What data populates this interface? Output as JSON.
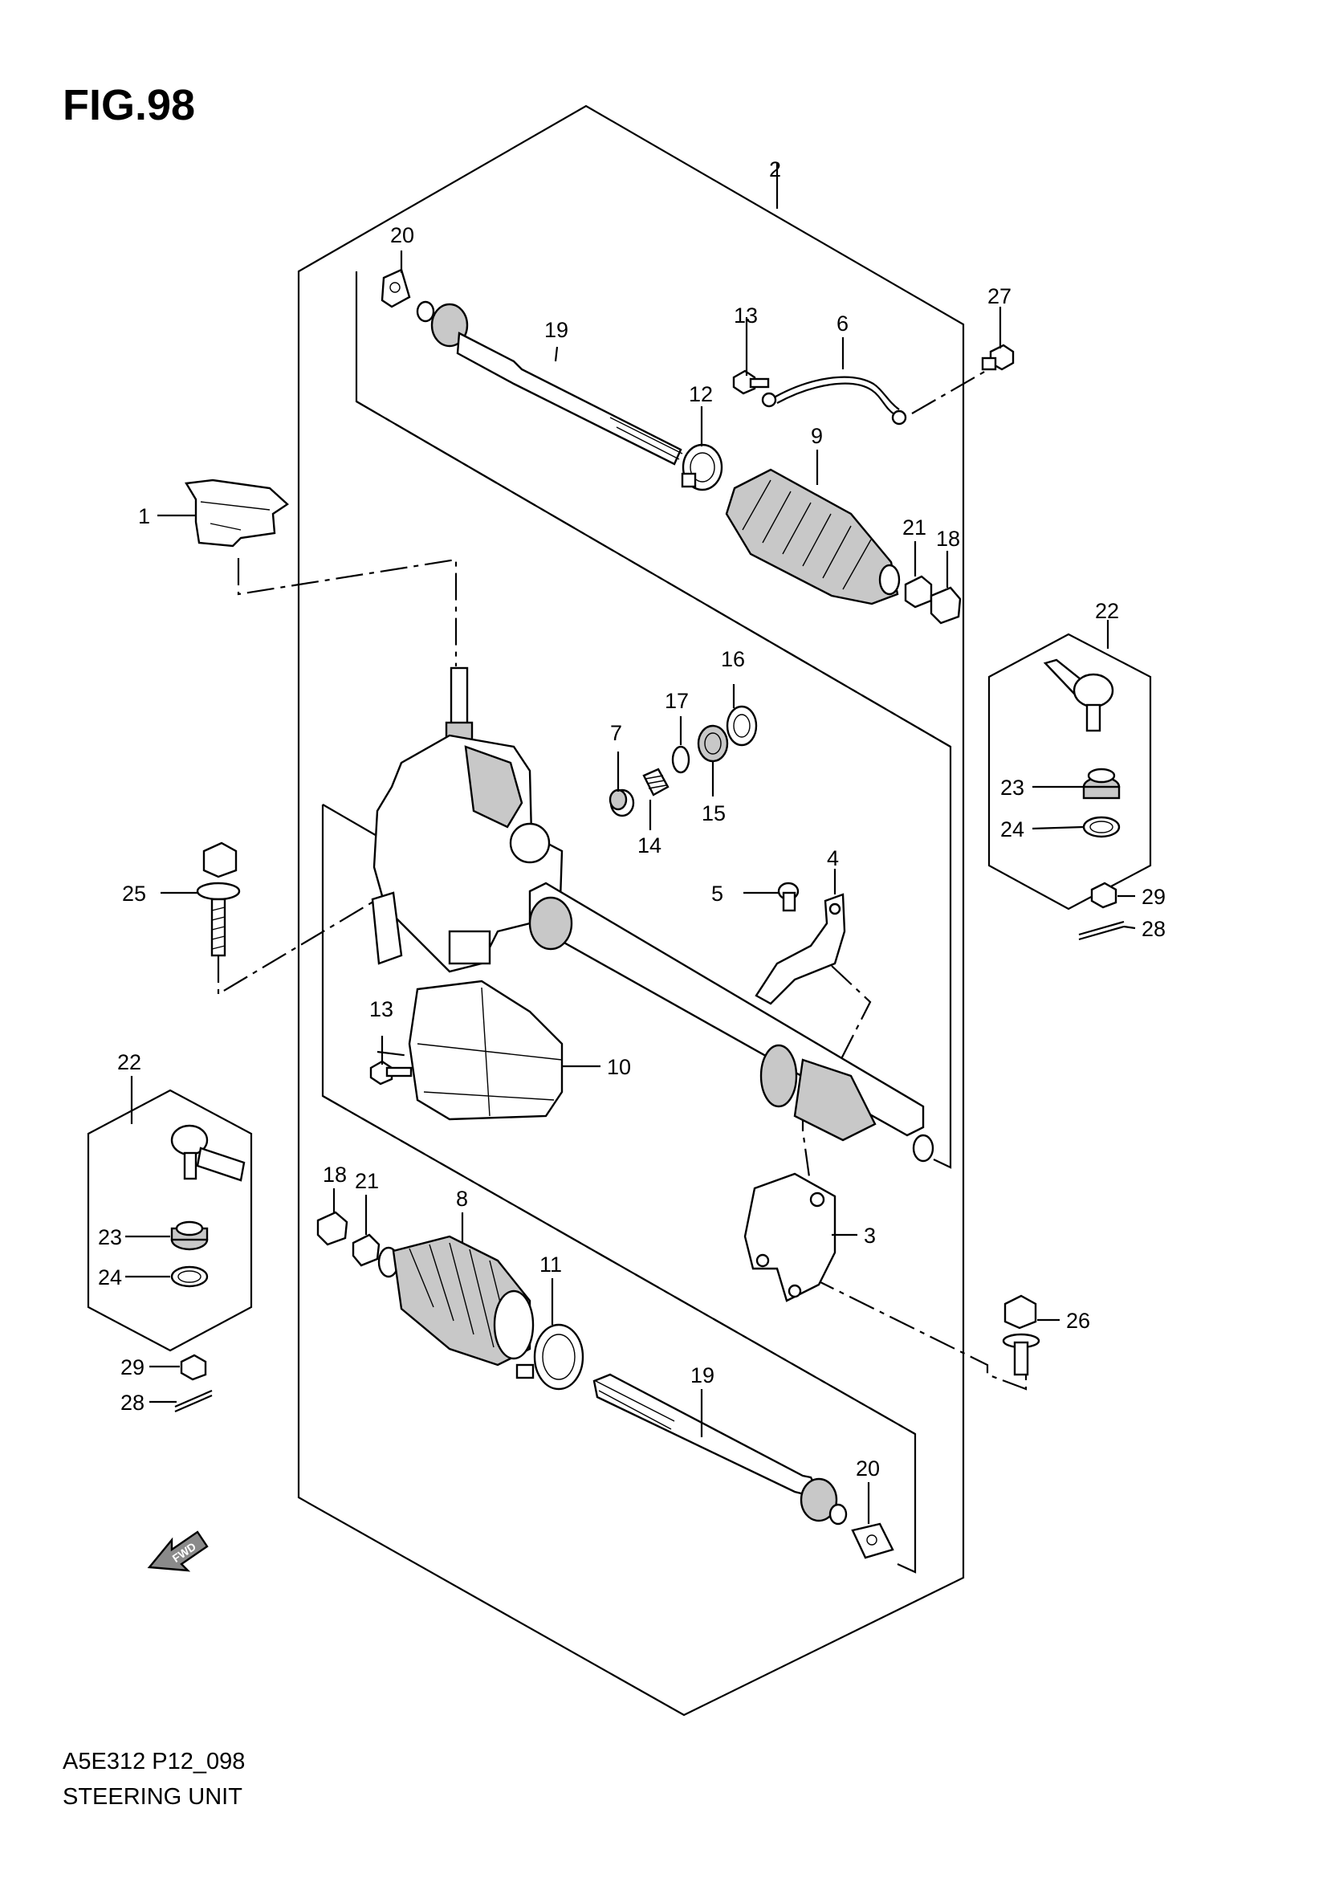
{
  "figure": {
    "title": "FIG.98",
    "code": "A5E312 P12_098",
    "name": "STEERING UNIT",
    "fwd_label": "FWD"
  },
  "callouts": {
    "c1": "1",
    "c2": "2",
    "c3": "3",
    "c4": "4",
    "c5": "5",
    "c6": "6",
    "c7": "7",
    "c8": "8",
    "c9": "9",
    "c10": "10",
    "c11": "11",
    "c12": "12",
    "c13a": "13",
    "c13b": "13",
    "c14": "14",
    "c15": "15",
    "c16": "16",
    "c17": "17",
    "c18a": "18",
    "c18b": "18",
    "c19a": "19",
    "c19b": "19",
    "c20a": "20",
    "c20b": "20",
    "c21a": "21",
    "c21b": "21",
    "c22a": "22",
    "c22b": "22",
    "c23a": "23",
    "c23b": "23",
    "c24a": "24",
    "c24b": "24",
    "c25": "25",
    "c26": "26",
    "c27": "27",
    "c28a": "28",
    "c28b": "28",
    "c29a": "29",
    "c29b": "29"
  }
}
